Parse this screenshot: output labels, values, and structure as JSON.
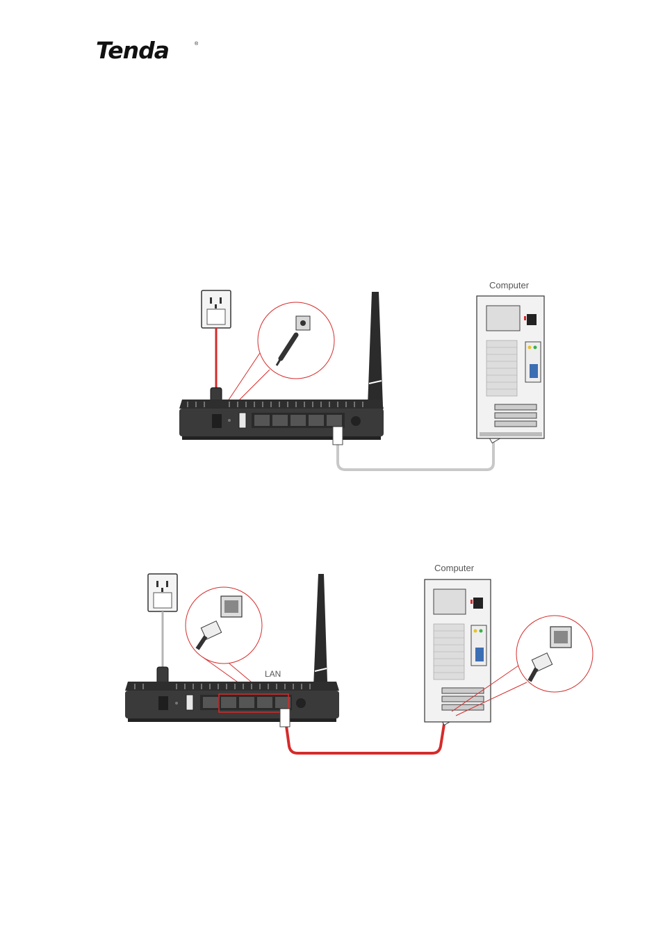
{
  "header": {
    "brand": "Tenda",
    "registered_mark": "®"
  },
  "figure_1": {
    "computer_label": "Computer",
    "cable_color": "#c8c8c8",
    "power_cord_color": "#d52b2b"
  },
  "figure_2": {
    "computer_label": "Computer",
    "lan_label": "LAN",
    "cable_color": "#d52b2b",
    "highlight_color": "#d52b2b"
  },
  "colors": {
    "router_body": "#3a3a3a",
    "router_dark": "#252525",
    "port": "#555555",
    "antenna": "#2b2b2b",
    "pc_case": "#f2f2f2"
  }
}
